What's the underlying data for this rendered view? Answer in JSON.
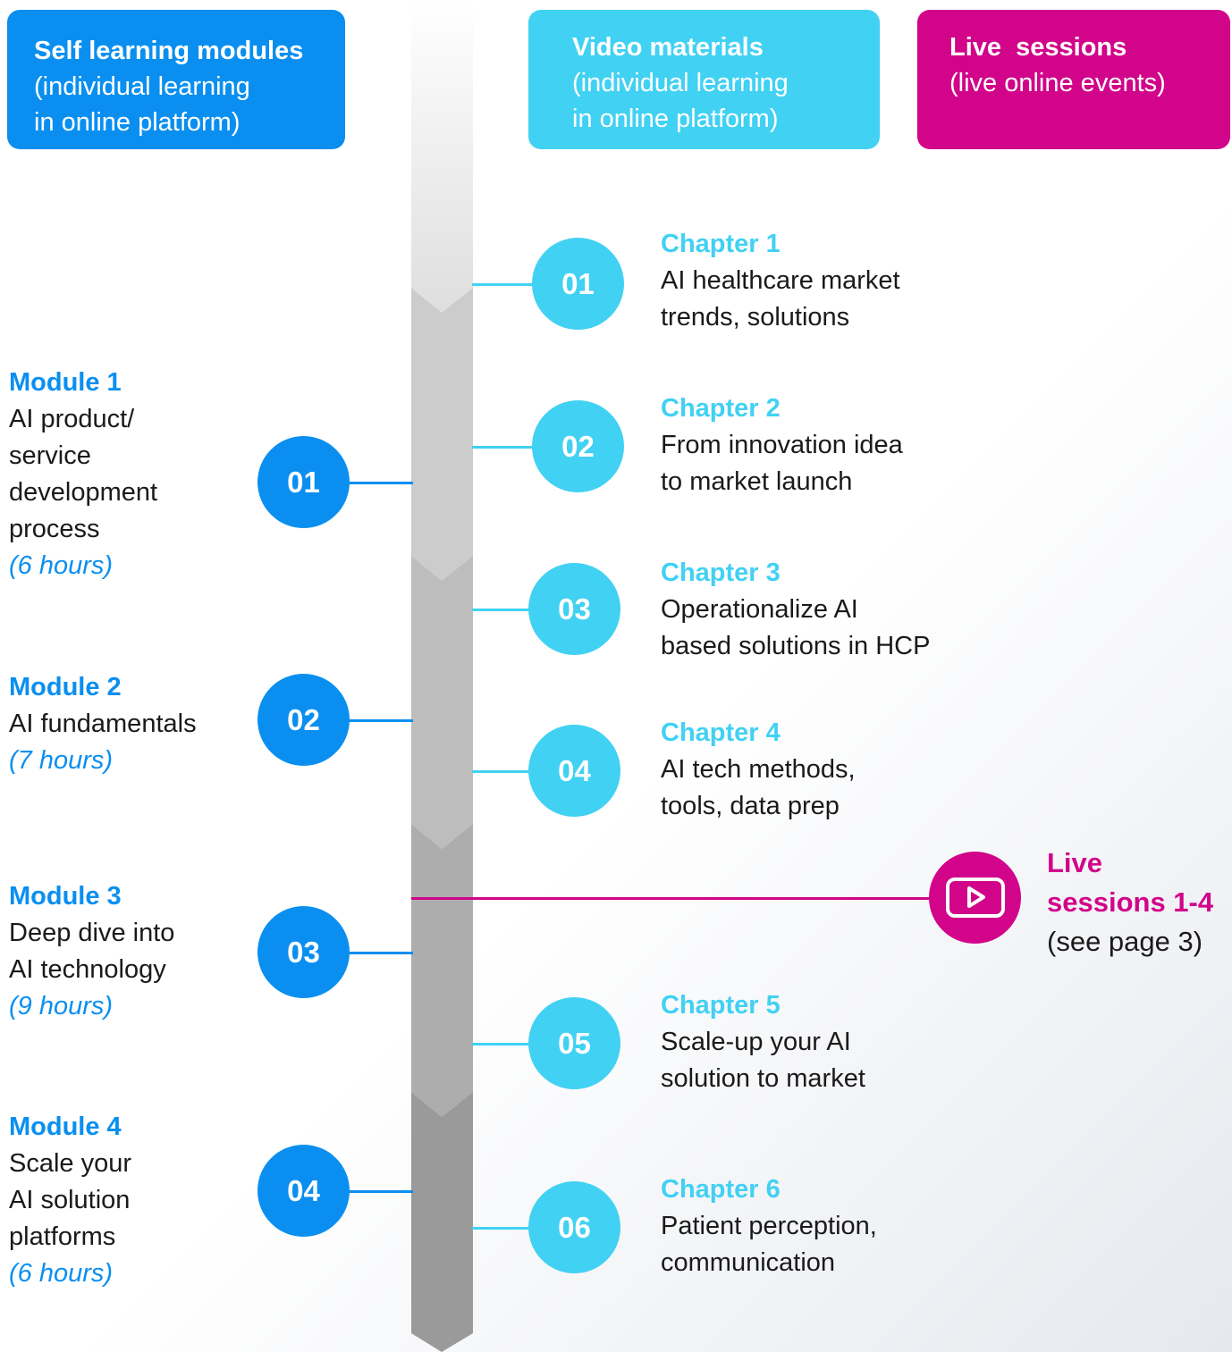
{
  "headers": {
    "self_learning": {
      "title": "Self learning modules",
      "subtitle": "(individual learning\nin online platform)"
    },
    "video": {
      "title": "Video materials",
      "subtitle": "(individual learning\nin online platform)"
    },
    "live": {
      "title": "Live  sessions",
      "subtitle": "(live online events)"
    }
  },
  "modules": [
    {
      "number": "01",
      "title": "Module 1",
      "description": "AI product/\nservice\ndevelopment\nprocess",
      "hours": "(6 hours)"
    },
    {
      "number": "02",
      "title": "Module 2",
      "description": "AI fundamentals",
      "hours": "(7 hours)"
    },
    {
      "number": "03",
      "title": "Module 3",
      "description": "Deep dive into\nAI technology",
      "hours": "(9 hours)"
    },
    {
      "number": "04",
      "title": "Module 4",
      "description": "Scale your\nAI solution\nplatforms",
      "hours": "(6 hours)"
    }
  ],
  "chapters": [
    {
      "number": "01",
      "title": "Chapter 1",
      "description": "AI healthcare market\ntrends, solutions"
    },
    {
      "number": "02",
      "title": "Chapter 2",
      "description": "From innovation idea\nto market launch"
    },
    {
      "number": "03",
      "title": "Chapter 3",
      "description": "Operationalize AI\nbased solutions in HCP"
    },
    {
      "number": "04",
      "title": "Chapter 4",
      "description": "AI tech methods,\ntools, data prep"
    },
    {
      "number": "05",
      "title": "Chapter 5",
      "description": "Scale-up your AI\nsolution to market"
    },
    {
      "number": "06",
      "title": "Chapter 6",
      "description": "Patient perception,\ncommunication"
    }
  ],
  "live_sessions": {
    "title": "Live\nsessions 1-4",
    "note": "(see page 3)",
    "icon": "play-icon"
  },
  "colors": {
    "module_blue": "#0a8ff0",
    "chapter_cyan": "#41d1f3",
    "live_magenta": "#d1048a"
  }
}
